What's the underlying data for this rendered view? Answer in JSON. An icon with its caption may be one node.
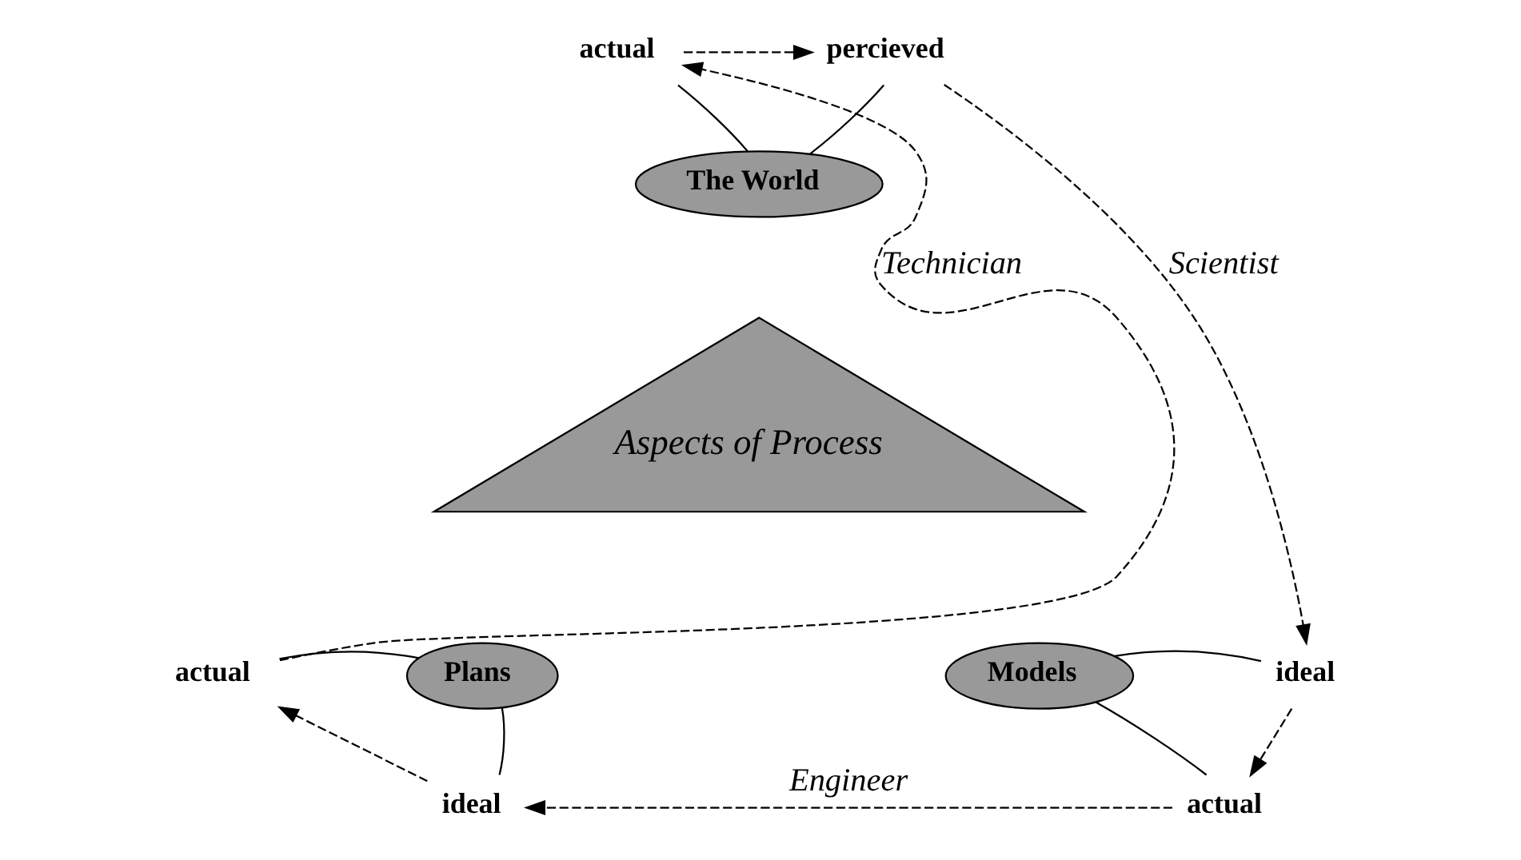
{
  "diagram": {
    "nodes": [
      {
        "text": [
          "The World"
        ]
      },
      {
        "text": [
          "Plans"
        ]
      },
      {
        "text": [
          "Models"
        ]
      },
      {
        "text": [
          "Aspects of Process"
        ]
      },
      {
        "text": [
          "actual"
        ]
      },
      {
        "text": [
          "percieved"
        ]
      },
      {
        "text": [
          "ideal"
        ]
      },
      {
        "text": [
          "actual"
        ]
      },
      {
        "text": [
          "ideal"
        ]
      },
      {
        "text": [
          "actual"
        ]
      }
    ],
    "edges": [
      {
        "from": 0,
        "to": 4,
        "arrow": "none"
      },
      {
        "from": 0,
        "to": 5,
        "arrow": "none"
      },
      {
        "from": 2,
        "to": 6,
        "arrow": "none"
      },
      {
        "from": 2,
        "to": 7,
        "arrow": "none"
      },
      {
        "from": 1,
        "to": 8,
        "arrow": "none"
      },
      {
        "from": 1,
        "to": 9,
        "arrow": "none"
      },
      {
        "from": 4,
        "to": 5,
        "arrow": "to",
        "style": "dashed"
      },
      {
        "from": 5,
        "to": 6,
        "arrow": "to",
        "style": "dashed",
        "label": "Scientist"
      },
      {
        "from": 6,
        "to": 7,
        "arrow": "to",
        "style": "dashed"
      },
      {
        "from": 7,
        "to": 8,
        "arrow": "to",
        "style": "dashed",
        "label": "Engineer"
      },
      {
        "from": 8,
        "to": 9,
        "arrow": "to",
        "style": "dashed"
      },
      {
        "from": 9,
        "to": 4,
        "arrow": "to",
        "style": "dashed",
        "label": "Technician"
      }
    ]
  }
}
